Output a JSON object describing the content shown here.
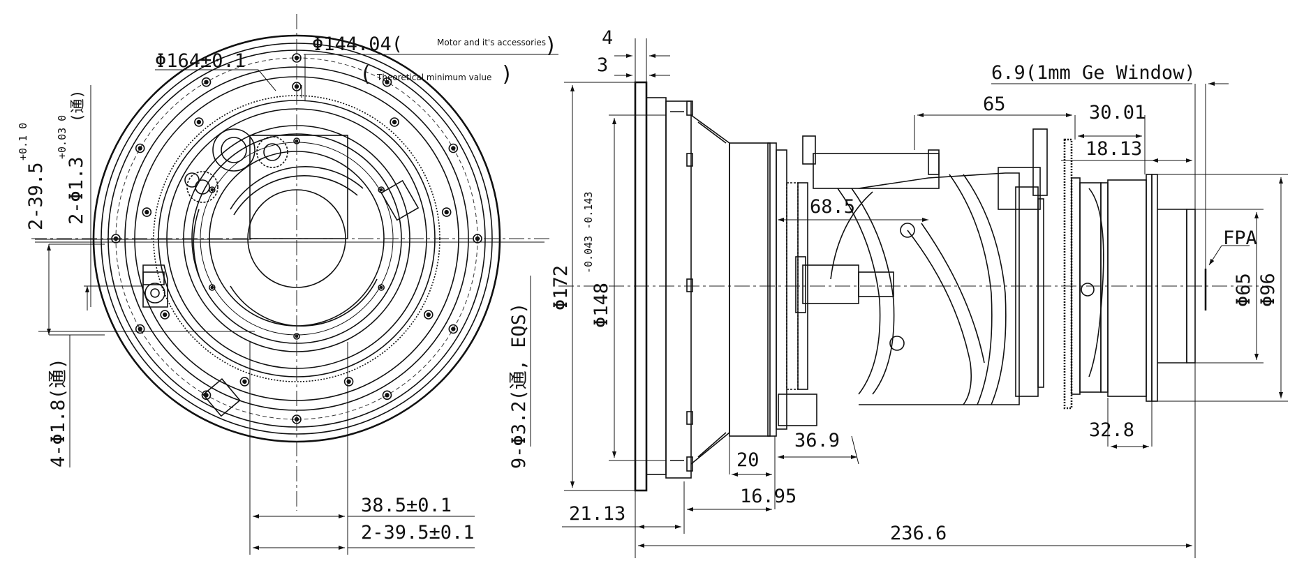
{
  "front_view": {
    "dia_164": "Φ164±0.1",
    "dia_144": "Φ144.04(",
    "note_motor": "Motor and it's accessories",
    "paren_close_1": ")",
    "paren_open_2": "(",
    "note_min": "Theoretical minimum value",
    "paren_close_2": ")",
    "hole_39_5": "2-39.5",
    "hole_39_5_tol": "+0.1 0",
    "hole_1_3": "2-Φ1.3",
    "hole_1_3_tol": "+0.03 0",
    "hole_1_3_note": "(通)",
    "hole_1_8": "4-Φ1.8(通)",
    "hole_3_2": "9-Φ3.2(通, EQS)",
    "dim_38_5": "38.5±0.1",
    "dim_2_39_5": "2-39.5±0.1"
  },
  "side_view": {
    "dim_4": "4",
    "dim_3": "3",
    "dim_6_9": "6.9(1mm Ge Window)",
    "dim_65": "65",
    "dim_30_01": "30.01",
    "dim_18_13": "18.13",
    "dim_68_5": "68.5",
    "dim_fpa": "FPA",
    "dim_phi65": "Φ65",
    "dim_phi96": "Φ96",
    "dim_phi172": "Φ172",
    "dim_phi148": "Φ148",
    "dim_phi148_tol": "-0.043 -0.143",
    "dim_36_9": "36.9",
    "dim_20": "20",
    "dim_16_95": "16.95",
    "dim_32_8": "32.8",
    "dim_21_13": "21.13",
    "dim_236_6": "236.6"
  }
}
